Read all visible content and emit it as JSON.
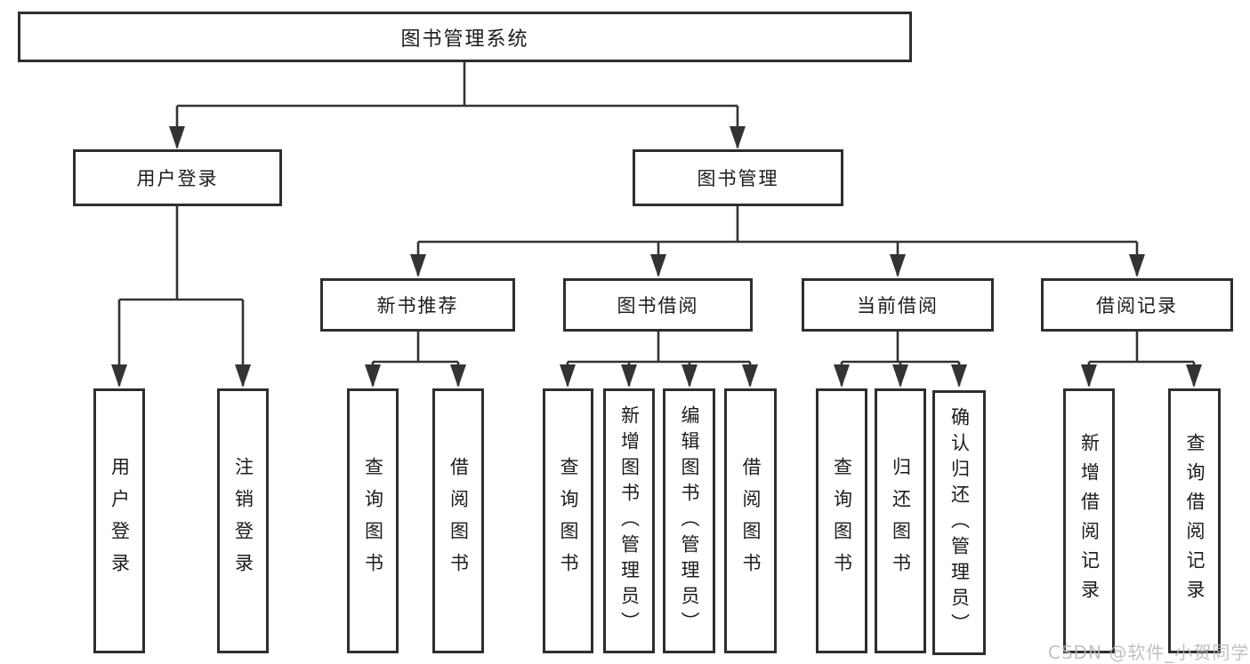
{
  "diagram": {
    "type": "hierarchy-tree",
    "tree": {
      "label": "图书管理系统",
      "children": [
        {
          "label": "用户登录",
          "children": [
            {
              "label": "用户登录"
            },
            {
              "label": "注销登录"
            }
          ]
        },
        {
          "label": "图书管理",
          "children": [
            {
              "label": "新书推荐",
              "children": [
                {
                  "label": "查询图书"
                },
                {
                  "label": "借阅图书"
                }
              ]
            },
            {
              "label": "图书借阅",
              "children": [
                {
                  "label": "查询图书"
                },
                {
                  "label": "新增图书（管理员）"
                },
                {
                  "label": "编辑图书（管理员）"
                },
                {
                  "label": "借阅图书"
                }
              ]
            },
            {
              "label": "当前借阅",
              "children": [
                {
                  "label": "查询图书"
                },
                {
                  "label": "归还图书"
                },
                {
                  "label": "确认归还（管理员）"
                }
              ]
            },
            {
              "label": "借阅记录",
              "children": [
                {
                  "label": "新增借阅记录"
                },
                {
                  "label": "查询借阅记录"
                }
              ]
            }
          ]
        }
      ]
    },
    "colors": {
      "line": "#333333",
      "box_border": "#2e2e2e",
      "box_background": "#ffffff",
      "text": "#1c1c1c",
      "watermark": "#b4b7bc"
    }
  },
  "watermark": {
    "text": "CSDN @软件_小贺同学"
  }
}
